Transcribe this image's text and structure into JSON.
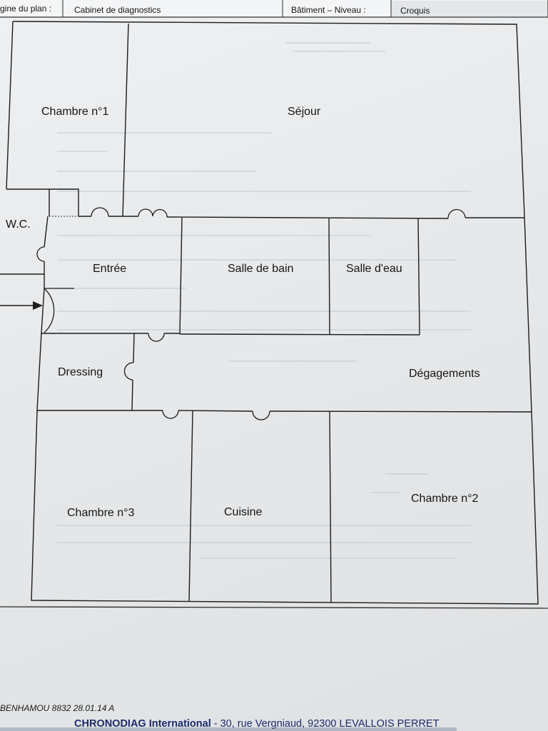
{
  "header": {
    "origin_label": "gine du plan :",
    "origin_value": "Cabinet de diagnostics",
    "level_label": "Bâtiment – Niveau :",
    "level_value": "Croquis"
  },
  "rooms": {
    "chambre1": "Chambre n°1",
    "sejour": "Séjour",
    "wc": "W.C.",
    "entree": "Entrée",
    "salle_de_bain": "Salle de bain",
    "salle_deau": "Salle d'eau",
    "dressing": "Dressing",
    "degagements": "Dégagements",
    "chambre3": "Chambre n°3",
    "cuisine": "Cuisine",
    "chambre2": "Chambre n°2"
  },
  "footer": {
    "reference": "BENHAMOU 8832 28.01.14 A",
    "company": "CHRONODIAG International",
    "address": " - 30, rue Vergniaud, 92300 LEVALLOIS PERRET"
  },
  "icons": {
    "entry": "arrow-right-icon"
  }
}
